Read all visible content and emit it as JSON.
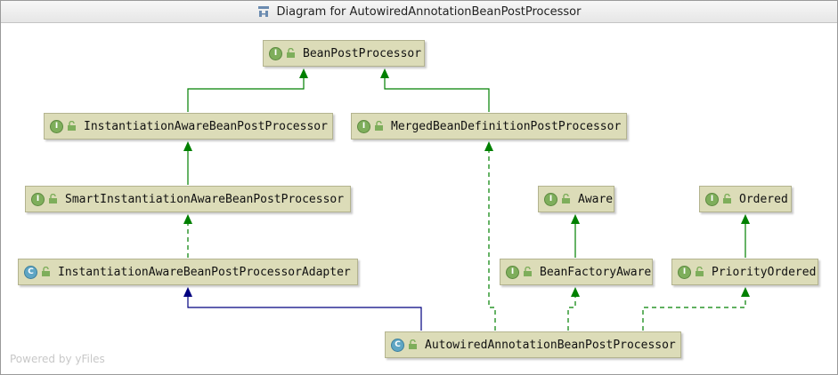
{
  "window": {
    "title": "Diagram for AutowiredAnnotationBeanPostProcessor"
  },
  "nodes": {
    "bean_post_processor": {
      "kind": "I",
      "label": "BeanPostProcessor"
    },
    "instantiation_aware": {
      "kind": "I",
      "label": "InstantiationAwareBeanPostProcessor"
    },
    "merged_bean_definition": {
      "kind": "I",
      "label": "MergedBeanDefinitionPostProcessor"
    },
    "smart_instantiation_aware": {
      "kind": "I",
      "label": "SmartInstantiationAwareBeanPostProcessor"
    },
    "aware": {
      "kind": "I",
      "label": "Aware"
    },
    "ordered": {
      "kind": "I",
      "label": "Ordered"
    },
    "instantiation_aware_adapter": {
      "kind": "C",
      "label": "InstantiationAwareBeanPostProcessorAdapter"
    },
    "bean_factory_aware": {
      "kind": "I",
      "label": "BeanFactoryAware"
    },
    "priority_ordered": {
      "kind": "I",
      "label": "PriorityOrdered"
    },
    "autowired_annotation": {
      "kind": "C",
      "label": "AutowiredAnnotationBeanPostProcessor"
    }
  },
  "watermark": "Powered by yFiles",
  "colors": {
    "node_fill": "#dcdcb8",
    "interface_edge": "#008000",
    "class_edge": "#00007f",
    "interface_badge": "#7eae5b",
    "class_badge": "#5fa6c4"
  }
}
